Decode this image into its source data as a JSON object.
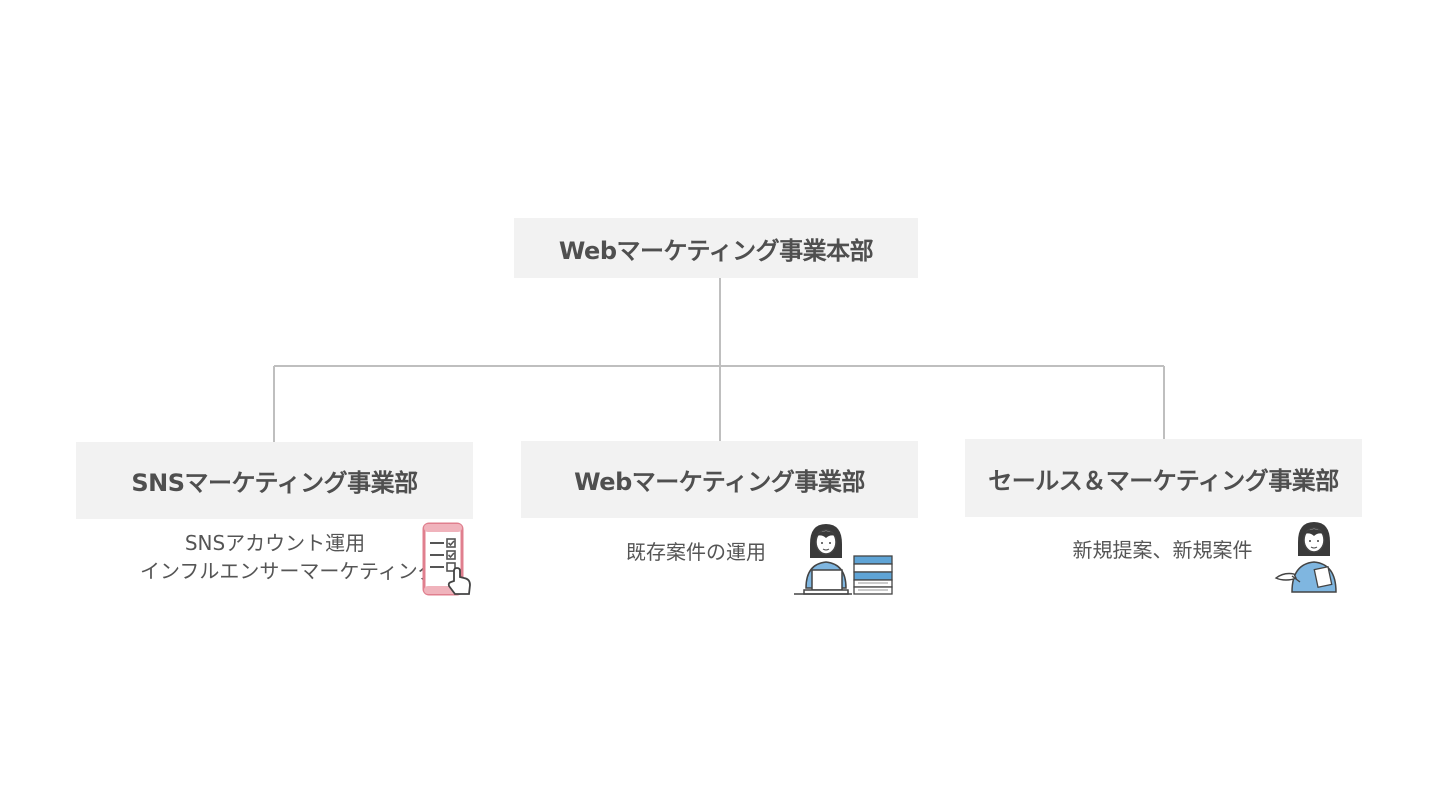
{
  "root": {
    "label": "Webマーケティング事業本部"
  },
  "departments": [
    {
      "label": "SNSマーケティング事業部",
      "lines": [
        "SNSアカウント運用",
        "インフルエンサーマーケティング"
      ],
      "icon": "smartphone-checklist-icon"
    },
    {
      "label": "Webマーケティング事業部",
      "lines": [
        "既存案件の運用"
      ],
      "icon": "woman-laptop-documents-icon"
    },
    {
      "label": "セールス＆マーケティング事業部",
      "lines": [
        "新規提案、新規案件"
      ],
      "icon": "woman-presenting-icon"
    }
  ],
  "colors": {
    "box_fill": "#f2f2f2",
    "line": "#bfbfbf",
    "text": "#555555",
    "accent_pink": "#e79aa5",
    "accent_blue": "#5fa4d6"
  }
}
